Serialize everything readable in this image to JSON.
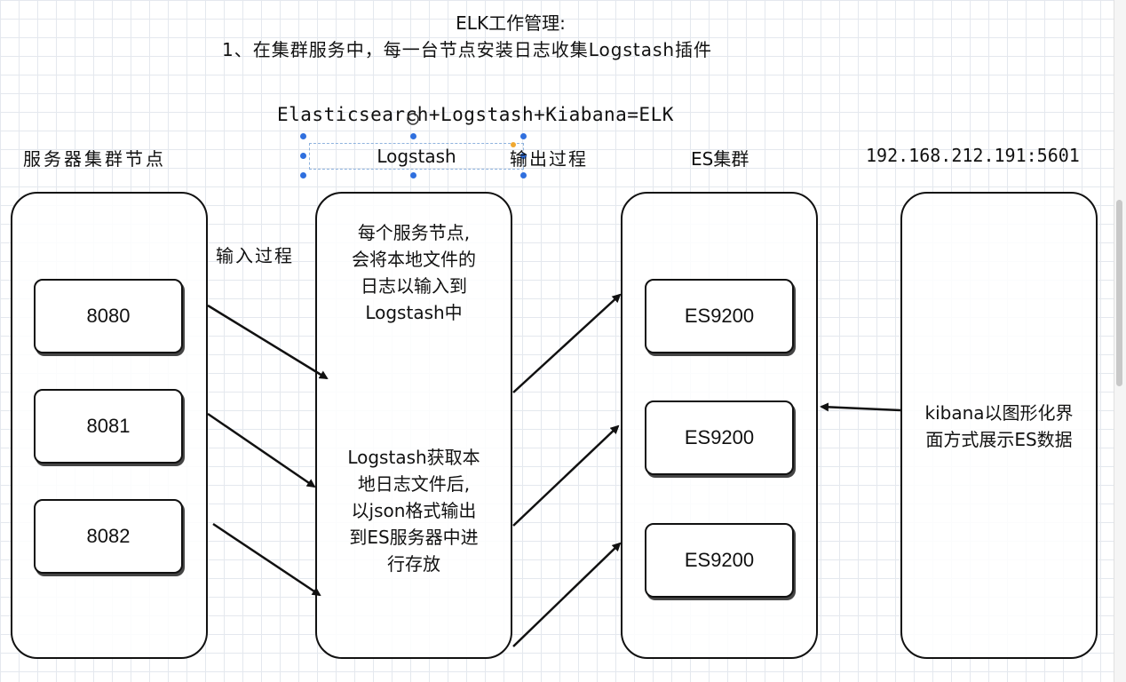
{
  "title": {
    "line1": "ELK工作管理:",
    "line2": "1、在集群服务中，每一台节点安装日志收集Logstash插件"
  },
  "formula": "Elasticsearch+Logstash+Kiabana=ELK",
  "headers": {
    "servers": "服务器集群节点",
    "logstash": "Logstash",
    "output": "输出过程",
    "es_cluster": "ES集群",
    "kibana_addr": "192.168.212.191:5601"
  },
  "input_process": "输入过程",
  "servers": [
    "8080",
    "8081",
    "8082"
  ],
  "logstash_box": {
    "text_top": [
      "每个服务节点,",
      "会将本地文件的",
      "日志以输入到",
      "Logstash中"
    ],
    "text_bottom": [
      "Logstash获取本",
      "地日志文件后,",
      "以json格式输出",
      "到ES服务器中进",
      "行存放"
    ]
  },
  "es_nodes": [
    "ES9200",
    "ES9200",
    "ES9200"
  ],
  "kibana_box": {
    "text": [
      "kibana以图形化界",
      "面方式展示ES数据"
    ]
  },
  "colors": {
    "stroke": "#111111",
    "selection": "#2f6fde",
    "grid": "#e4e8ee"
  }
}
